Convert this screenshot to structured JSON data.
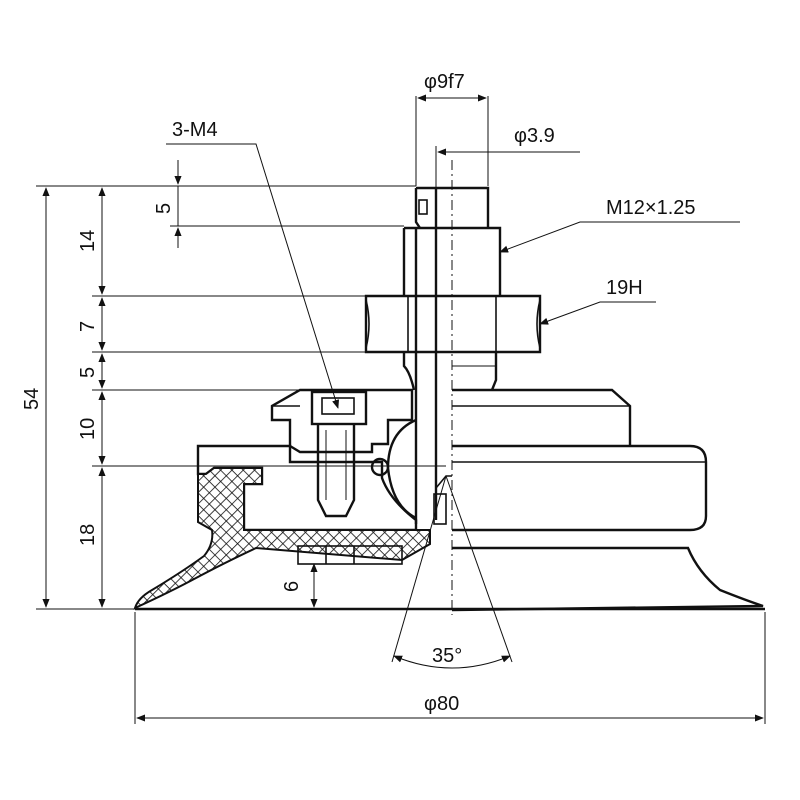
{
  "labels": {
    "shaft_dia": "φ9f7",
    "bore_dia": "φ3.9",
    "screws": "3-M4",
    "thread": "M12×1.25",
    "nut": "19H",
    "angle": "35°",
    "pad_dia": "φ80"
  },
  "dimensions": {
    "total": "54",
    "d14": "14",
    "d5_top": "5",
    "d7": "7",
    "d5": "5",
    "d10": "10",
    "d18": "18",
    "d6": "6"
  }
}
